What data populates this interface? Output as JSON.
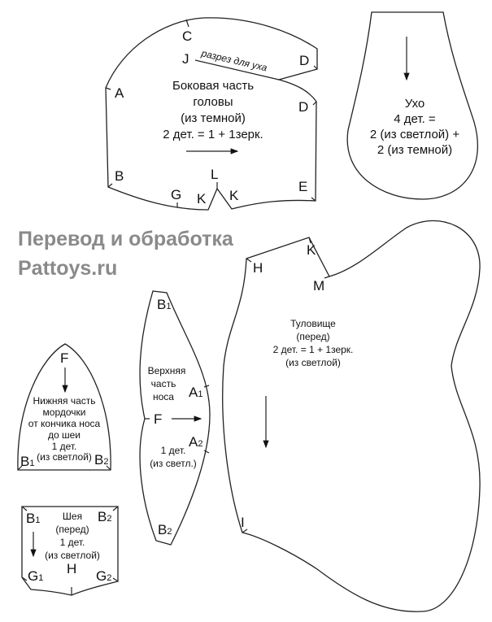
{
  "watermark": {
    "line1": "Перевод и обработка",
    "line2": "Pattoys.ru"
  },
  "head_side": {
    "title": [
      "Боковая часть",
      "головы",
      "(из темной)",
      "2 дет. = 1 + 1зерк."
    ],
    "slit_label": "разрез для уха",
    "points": {
      "C": "C",
      "J": "J",
      "D1": "D",
      "D2": "D",
      "A": "A",
      "B": "B",
      "G": "G",
      "K1": "K",
      "L": "L",
      "K2": "K",
      "E": "E"
    }
  },
  "ear": {
    "title": [
      "Ухо",
      "4 дет. =",
      "2 (из светлой) +",
      "2 (из темной)"
    ]
  },
  "torso": {
    "title": [
      "Туловище",
      "(перед)",
      "2 дет. = 1 + 1зерк.",
      "(из светлой)"
    ],
    "points": {
      "H": "H",
      "K": "K",
      "M": "M",
      "I": "I"
    }
  },
  "nose_top": {
    "title": [
      "Верхняя",
      "часть",
      "носа"
    ],
    "count": [
      "1 дет.",
      "(из светл.)"
    ],
    "points": {
      "B1": "B",
      "B1_sub": "1",
      "A1": "A",
      "A1_sub": "1",
      "F": "F",
      "A2": "A",
      "A2_sub": "2",
      "B2": "B",
      "B2_sub": "2"
    }
  },
  "snout_bottom": {
    "title": [
      "Нижняя часть",
      "мордочки",
      "от кончика носа",
      "до шеи",
      "1 дет.",
      "(из светлой)"
    ],
    "points": {
      "F": "F",
      "B1": "B",
      "B1_sub": "1",
      "B2": "B",
      "B2_sub": "2"
    }
  },
  "neck": {
    "title": [
      "Шея",
      "(перед)",
      "1 дет.",
      "(из светлой)"
    ],
    "points": {
      "B1": "B",
      "B1_sub": "1",
      "B2": "B",
      "B2_sub": "2",
      "H": "H",
      "G1": "G",
      "G1_sub": "1",
      "G2": "G",
      "G2_sub": "2"
    }
  }
}
